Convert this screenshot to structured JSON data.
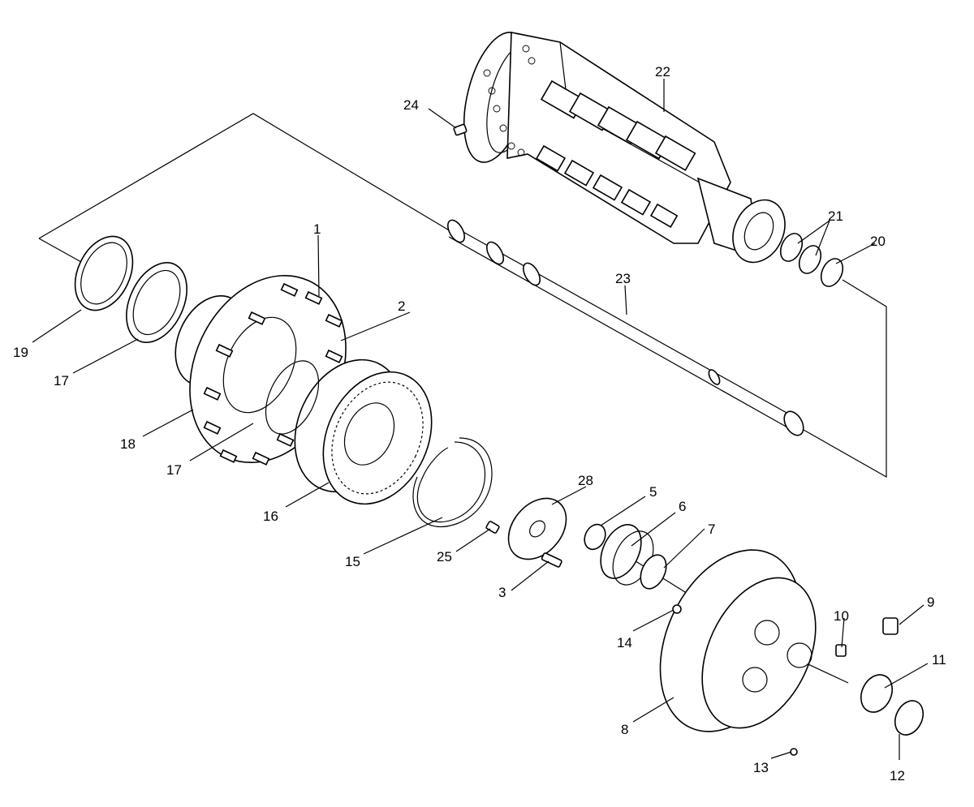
{
  "callouts": {
    "c1": "1",
    "c2": "2",
    "c3": "3",
    "c5": "5",
    "c6": "6",
    "c7": "7",
    "c8": "8",
    "c9": "9",
    "c10": "10",
    "c11": "11",
    "c12": "12",
    "c13": "13",
    "c14": "14",
    "c15": "15",
    "c16": "16",
    "c17a": "17",
    "c17b": "17",
    "c18": "18",
    "c19": "19",
    "c20": "20",
    "c21": "21",
    "c22": "22",
    "c23": "23",
    "c24": "24",
    "c25": "25",
    "c28": "28"
  }
}
